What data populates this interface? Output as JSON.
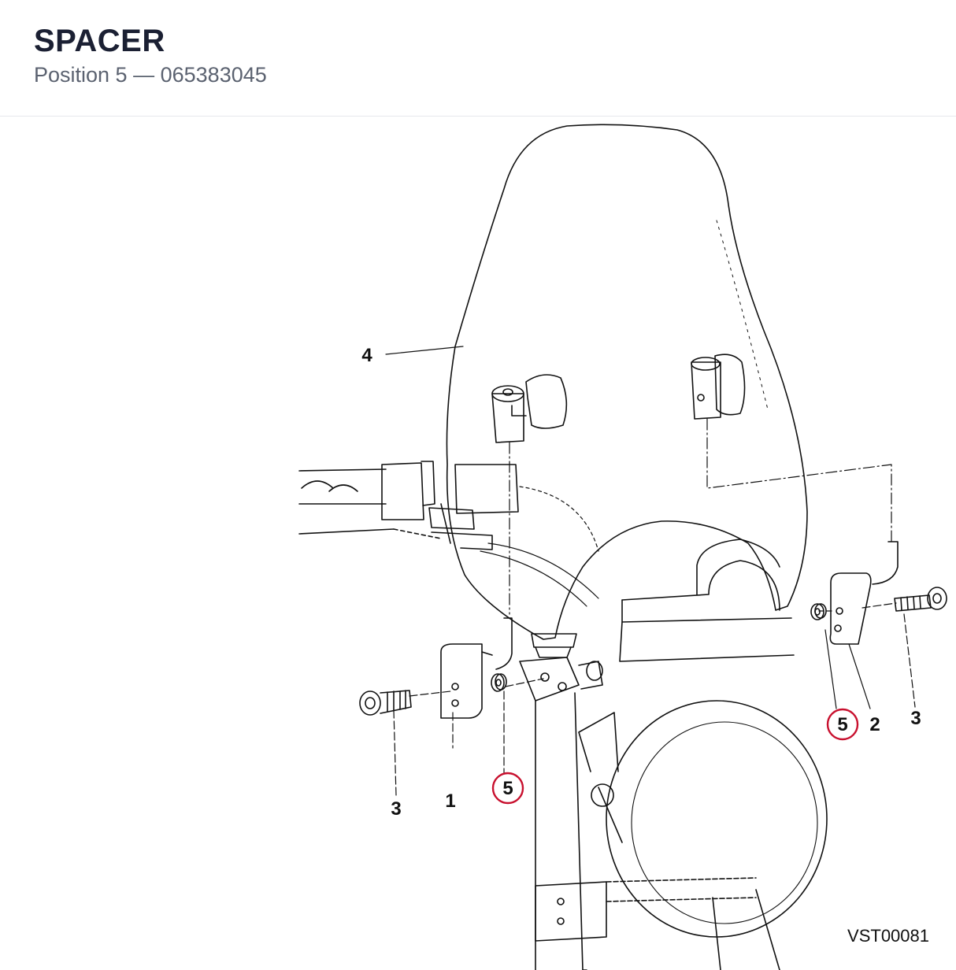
{
  "header": {
    "title": "SPACER",
    "position_label": "Position 5",
    "separator": "—",
    "part_number": "065383045"
  },
  "callouts": {
    "windscreen": "4",
    "bracket_left": "1",
    "bracket_right": "2",
    "bolt_left": "3",
    "bolt_right": "3",
    "spacer_left": "5",
    "spacer_right": "5"
  },
  "highlight_color": "#c8102e",
  "reference_code": "VST00081"
}
